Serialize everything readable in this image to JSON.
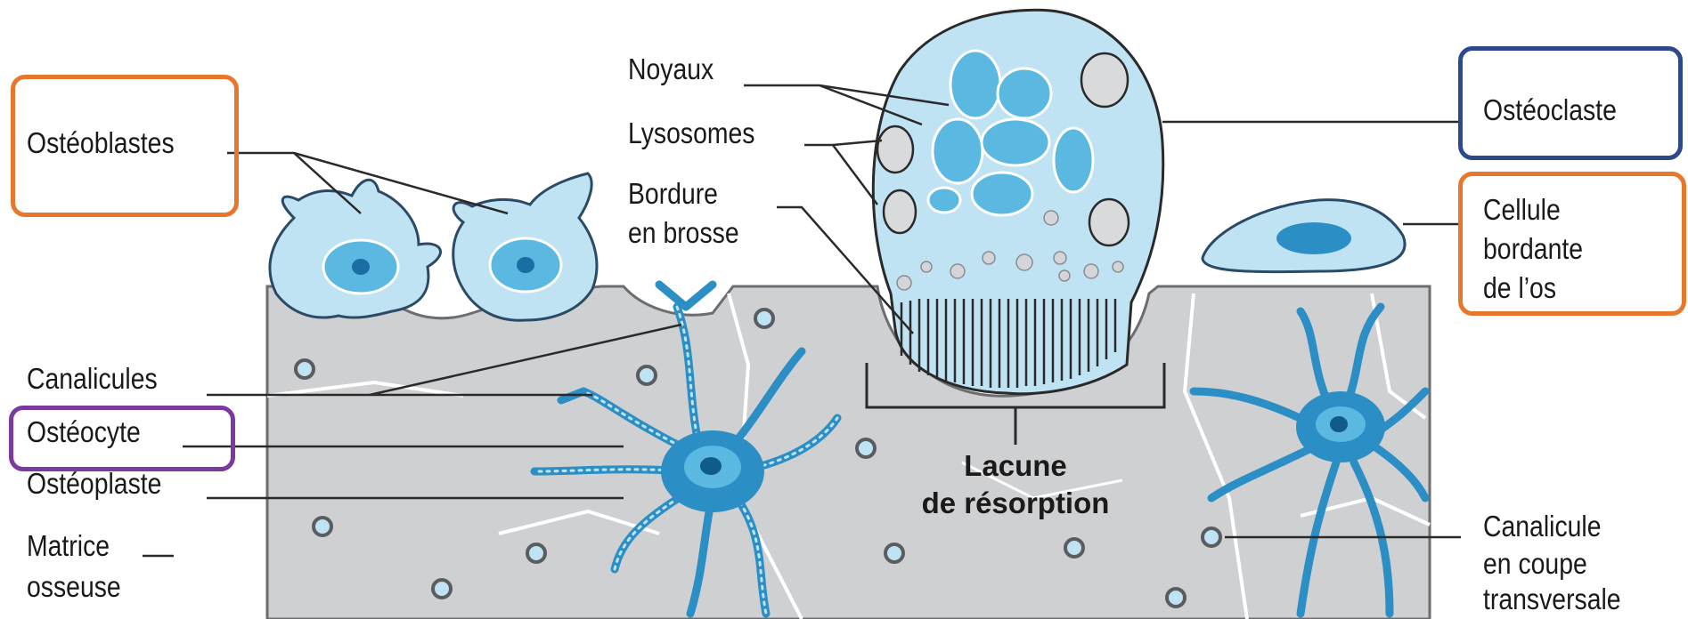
{
  "labels": {
    "osteoblastes": "Ostéoblastes",
    "noyaux": "Noyaux",
    "lysosomes": "Lysosomes",
    "bordure_line1": "Bordure",
    "bordure_line2": "en brosse",
    "osteoclaste": "Ostéoclaste",
    "cellule_line1": "Cellule",
    "cellule_line2": "bordante",
    "cellule_line3": "de l’os",
    "canalicules": "Canalicules",
    "osteocyte": "Ostéocyte",
    "osteoplaste": "Ostéoplaste",
    "matrice_line1": "Matrice",
    "matrice_line2": "osseuse",
    "lacune_line1": "Lacune",
    "lacune_line2": "de résorption",
    "canalicule_line1": "Canalicule",
    "canalicule_line2": "en coupe",
    "canalicule_line3": "transversale"
  },
  "highlight_colors": {
    "osteoblastes_box": "#e8772e",
    "osteoclaste_box": "#2c4a8a",
    "cellule_bordante_box": "#e8772e",
    "osteocyte_box": "#7a3aa0"
  },
  "palette": {
    "bone_matrix": "#cfd0d2",
    "bone_outline": "#6b6d70",
    "cell_fill": "#bfe3f3",
    "cell_dark": "#2b8ec4",
    "nucleus": "#5bb8e0",
    "leader_line": "#2a2a2a"
  }
}
